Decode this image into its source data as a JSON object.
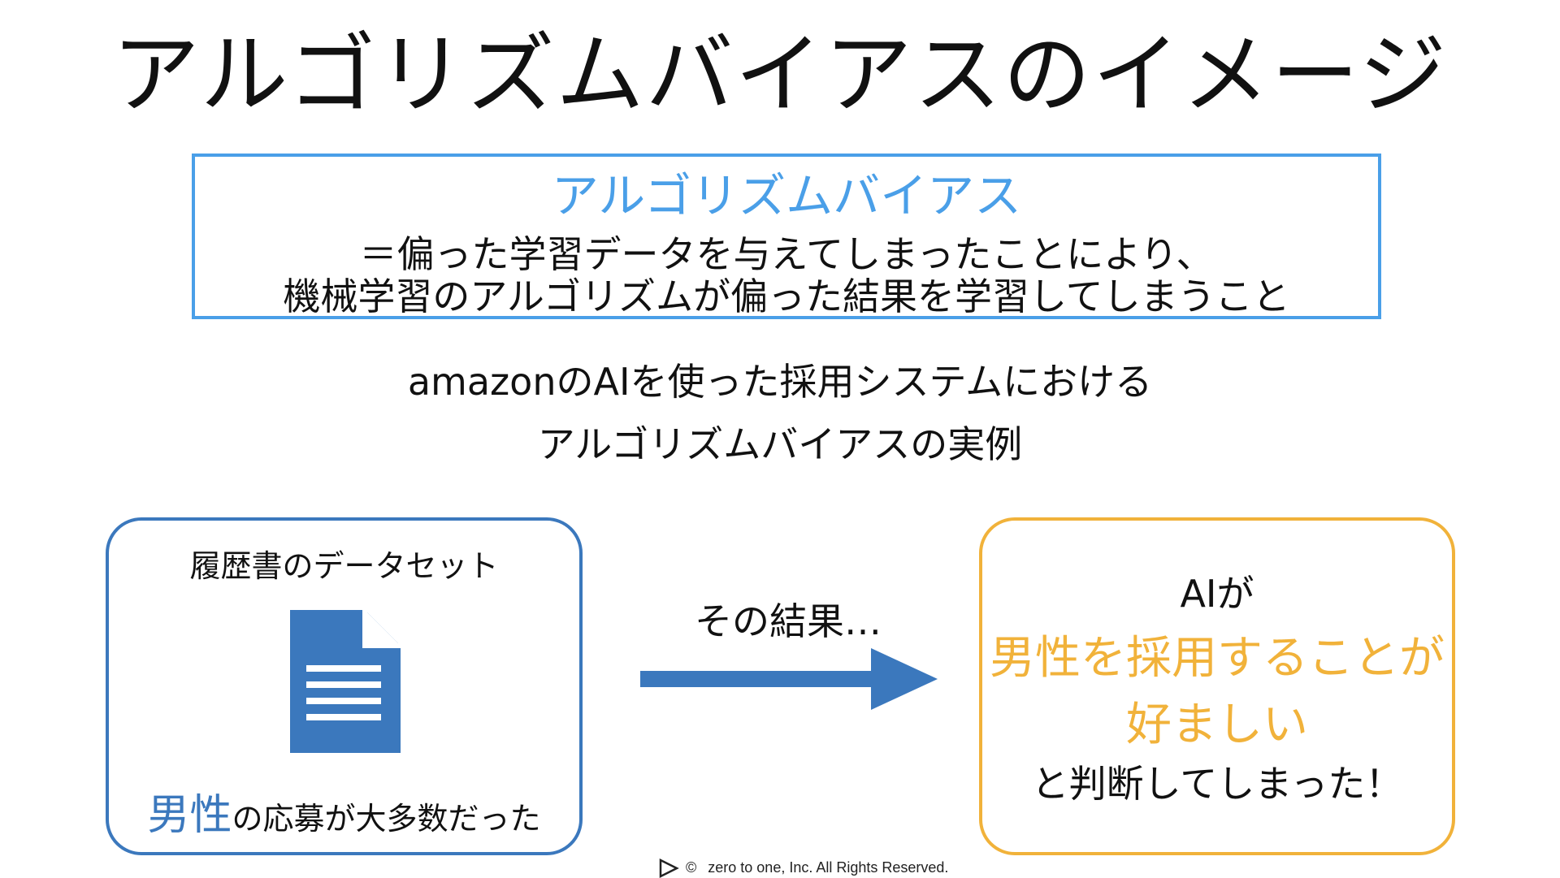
{
  "title": "アルゴリズムバイアスのイメージ",
  "definition": {
    "term": "アルゴリズムバイアス",
    "line1": "＝偏った学習データを与えてしまったことにより、",
    "line2": "機械学習のアルゴリズムが偏った結果を学習してしまうこと"
  },
  "case": {
    "line1": "amazonのAIを使った採用システムにおける",
    "line2": "アルゴリズムバイアスの実例"
  },
  "dataset_card": {
    "label": "履歴書のデータセット",
    "icon": "document-icon",
    "highlight": "男性",
    "rest": "の応募が大多数だった"
  },
  "arrow": {
    "label": "その結果…",
    "icon": "right-arrow-icon"
  },
  "result_card": {
    "line1": "AIが",
    "line2": "男性を採用することが",
    "line3": "好ましい",
    "line4": "と判断してしまった！"
  },
  "footer": {
    "copyright_symbol": "©",
    "text": "zero to one, Inc. All Rights Reserved."
  },
  "colors": {
    "definition_blue": "#4a9fe8",
    "dataset_blue": "#3b78bd",
    "result_orange": "#f1b23a"
  }
}
